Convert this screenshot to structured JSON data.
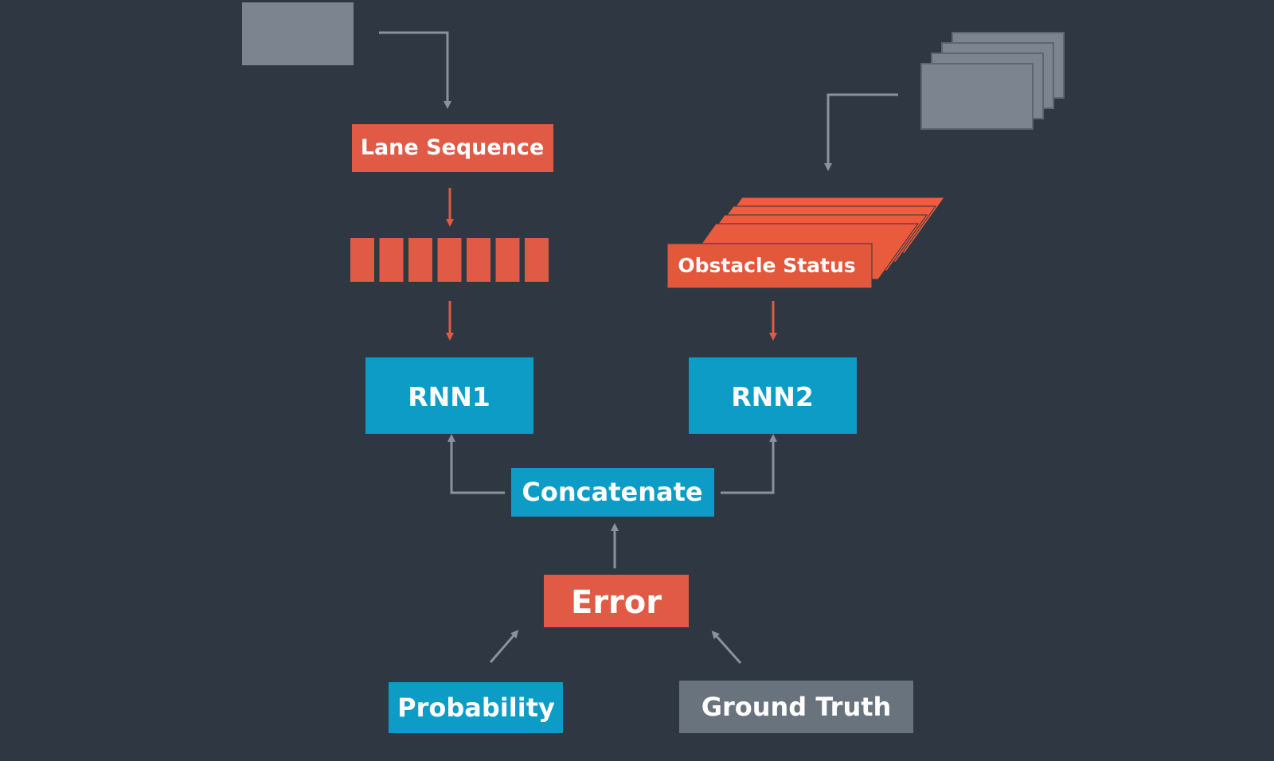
{
  "colors": {
    "background": "#2e3742",
    "orange": "#e05a45",
    "orange_bright": "#f25c3d",
    "blue": "#0d9cc6",
    "gray_box": "#69737d",
    "gray_panel": "#7c858f",
    "connector_gray": "#8a939b",
    "connector_orange": "#e05a45",
    "text": "#ffffff"
  },
  "labels": {
    "lane_sequence": "Lane Sequence",
    "obstacle_status": "Obstacle Status",
    "rnn1": "RNN1",
    "rnn2": "RNN2",
    "concatenate": "Concatenate",
    "error": "Error",
    "probability": "Probability",
    "ground_truth": "Ground Truth"
  },
  "lane_sequence_cells": 7,
  "obstacle_status_layers": 5,
  "map_image_layers": 4
}
